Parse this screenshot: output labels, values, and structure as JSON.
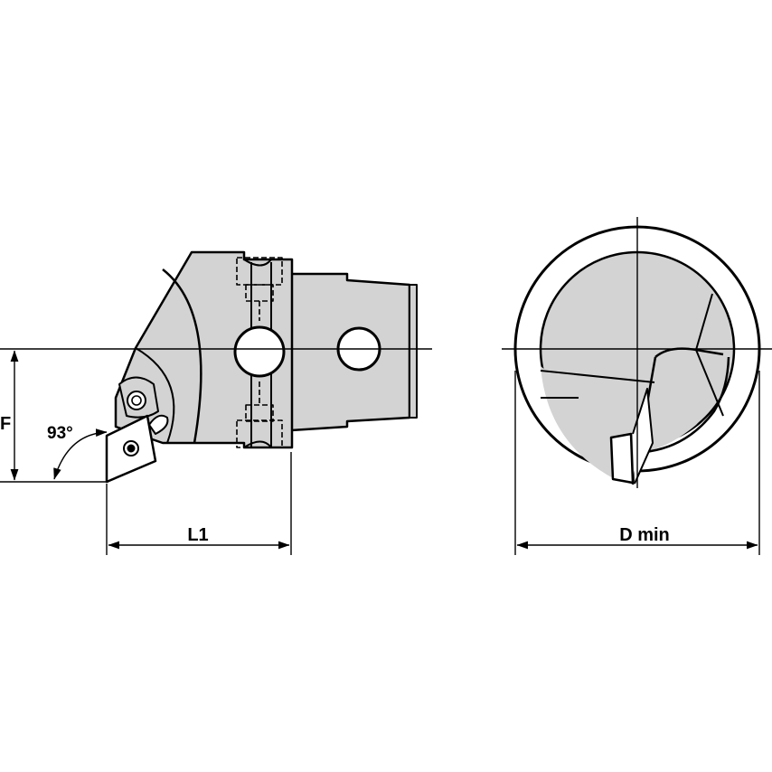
{
  "labels": {
    "angle": "93°",
    "dim_f": "F",
    "dim_l1": "L1",
    "dim_dmin": "D min"
  },
  "colors": {
    "fill": "#d3d3d3",
    "line": "#000000",
    "background": "#ffffff"
  }
}
